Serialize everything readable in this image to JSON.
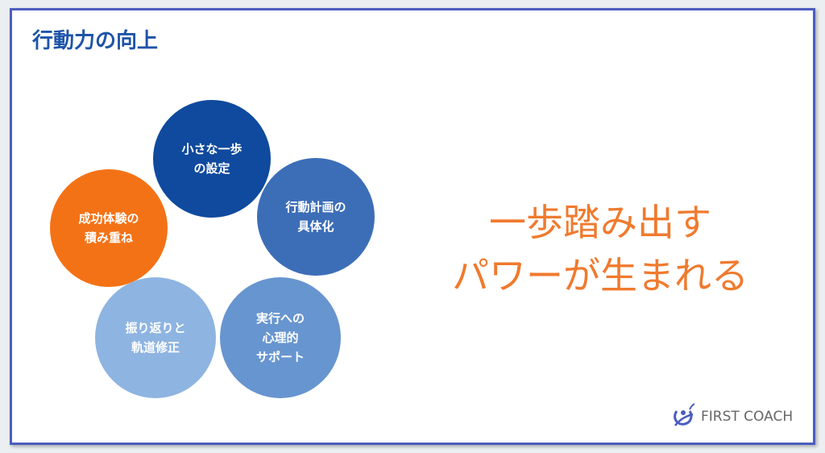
{
  "title": "行動力の向上",
  "circles": [
    {
      "label": "小さな一歩\nの設定",
      "color": "#0f4a9e"
    },
    {
      "label": "行動計画の\n具体化",
      "color": "#3c6eb8"
    },
    {
      "label": "実行への\n心理的\nサポート",
      "color": "#6795cf"
    },
    {
      "label": "振り返りと\n軌道修正",
      "color": "#8eb4e1"
    },
    {
      "label": "成功体験の\n積み重ね",
      "color": "#f47216"
    }
  ],
  "headline": {
    "line1": "一歩踏み出す",
    "line2": "パワーが生まれる"
  },
  "logo": {
    "text": "FIRST COACH"
  }
}
